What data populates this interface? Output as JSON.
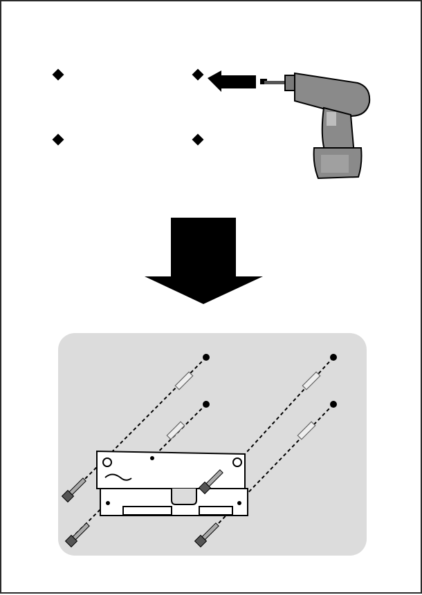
{
  "diagram": {
    "panel_background": "#dcdcdc",
    "drill_color": "#8a8a8a",
    "arrow_color": "#000000",
    "steps": [
      {
        "id": "drill-holes",
        "icon": "drill-icon",
        "hole_markers": 4
      },
      {
        "id": "mount-bracket",
        "icon": "wall-bracket-icon",
        "screws": 4,
        "anchors": 4
      }
    ]
  }
}
